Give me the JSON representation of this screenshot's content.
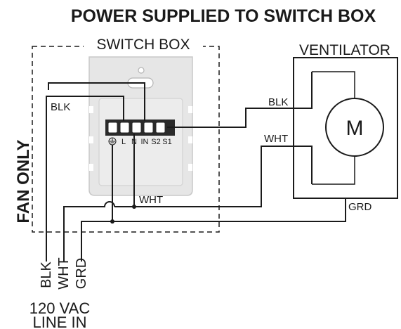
{
  "title": "POWER SUPPLIED TO SWITCH BOX",
  "side_label": "FAN ONLY",
  "switch_box": {
    "label": "SWITCH BOX",
    "terminals": [
      "L",
      "N",
      "IN",
      "S2",
      "S1"
    ]
  },
  "ventilator": {
    "label": "VENTILATOR",
    "motor_symbol": "M"
  },
  "wires": {
    "blk_switch": "BLK",
    "blk_vent": "BLK",
    "wht_vent": "WHT",
    "wht_mid": "WHT",
    "grd_vent": "GRD"
  },
  "line_in": {
    "leads": [
      "BLK",
      "WHT",
      "GRD"
    ],
    "voltage": "120 VAC",
    "caption": "LINE IN"
  },
  "colors": {
    "line": "#1a1a1a",
    "switch_body": "#e6e6e6",
    "switch_outline": "#c8c8c8",
    "terminal_block": "#2a2a2a",
    "background": "#ffffff"
  },
  "icons": [
    "ground-symbol-icon",
    "motor-icon"
  ]
}
